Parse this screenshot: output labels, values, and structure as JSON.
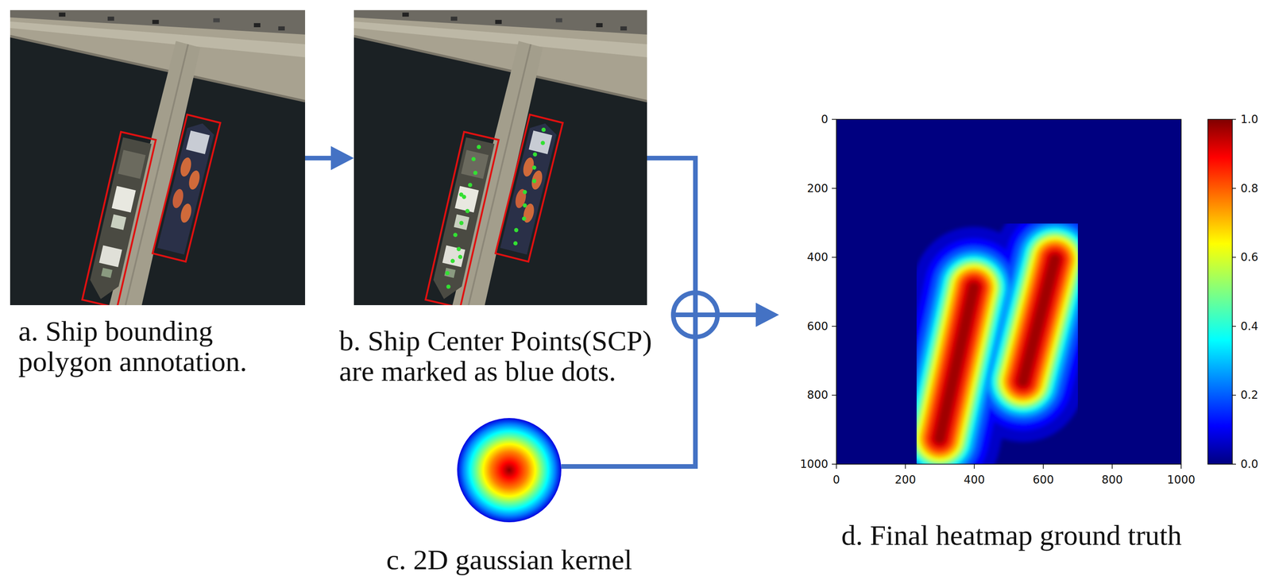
{
  "diagram": {
    "nodes": [
      {
        "text": [
          "a. Ship bounding polygon annotation."
        ]
      },
      {
        "text": [
          "b. Ship Center Points(SCP) are marked as blue dots."
        ]
      },
      {
        "text": [
          "c. 2D gaussian kernel"
        ]
      },
      {
        "text": [
          "d. Final heatmap ground truth"
        ]
      }
    ],
    "edges": [
      {
        "from": 0,
        "to": 1,
        "arrow": "to"
      },
      {
        "from": 1,
        "to": 3,
        "arrow": "to"
      },
      {
        "from": 2,
        "to": 3,
        "arrow": "to"
      }
    ],
    "labels": [
      "0",
      "200",
      "400",
      "600",
      "800",
      "1000",
      "0",
      "200",
      "400",
      "600",
      "800",
      "1000",
      "1.0",
      "0.8",
      "0.6",
      "0.4",
      "0.2",
      "0.0"
    ]
  }
}
